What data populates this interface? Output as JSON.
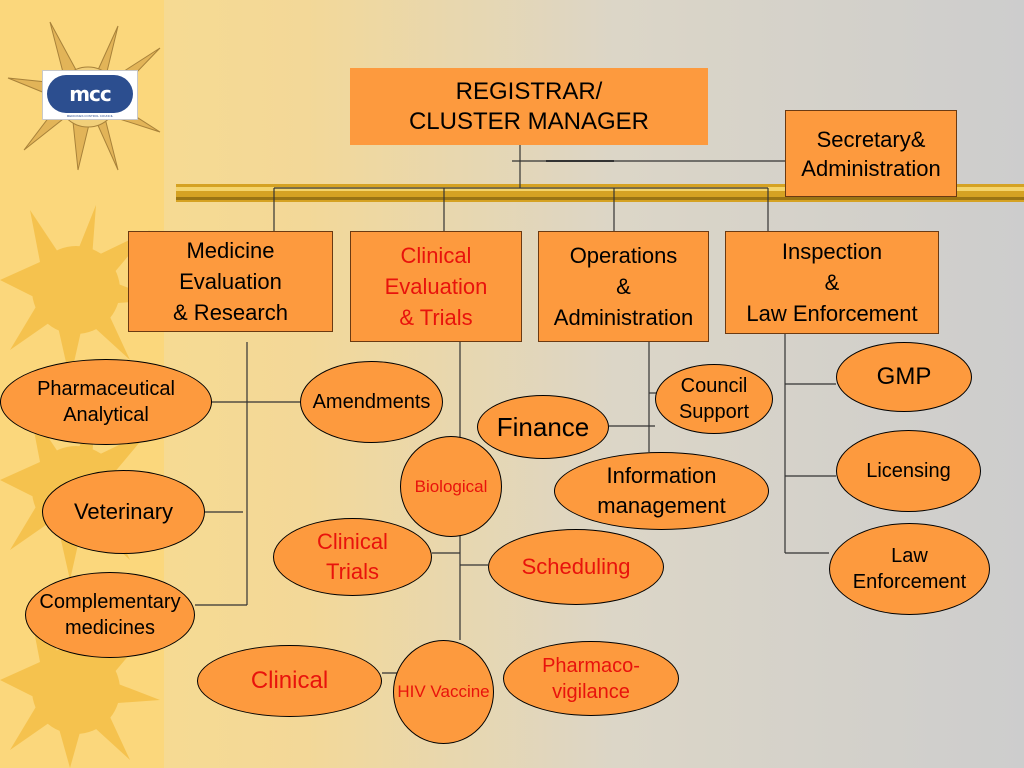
{
  "logo": {
    "text": "mcc",
    "subtitle": "MEDICINES CONTROL COUNCIL"
  },
  "colors": {
    "node_fill": "#fd9a3e",
    "red_text": "#e8130c",
    "bar": "#d5a223"
  },
  "top": {
    "registrar": {
      "line1": "REGISTRAR/",
      "line2": "CLUSTER MANAGER"
    },
    "secretary": {
      "line1": "Secretary&",
      "line2": "Administration"
    }
  },
  "departments": {
    "medicine": {
      "line1": "Medicine",
      "line2": "Evaluation",
      "line3": "& Research"
    },
    "clinical": {
      "line1": "Clinical",
      "line2": "Evaluation",
      "line3": "& Trials"
    },
    "operations": {
      "line1": "Operations",
      "line2": "&",
      "line3": "Administration"
    },
    "inspection": {
      "line1": "Inspection",
      "line2": "&",
      "line3": "Law Enforcement"
    }
  },
  "units": {
    "pharmaceutical": {
      "line1": "Pharmaceutical",
      "line2": "Analytical"
    },
    "amendments": {
      "label": "Amendments"
    },
    "veterinary": {
      "label": "Veterinary"
    },
    "complementary": {
      "line1": "Complementary",
      "line2": "medicines"
    },
    "biological": {
      "label": "Biological"
    },
    "clinical_trials": {
      "line1": "Clinical",
      "line2": "Trials"
    },
    "scheduling": {
      "label": "Scheduling"
    },
    "clinical": {
      "label": "Clinical"
    },
    "hiv_vaccine": {
      "label": "HIV Vaccine"
    },
    "pharmacovigilance": {
      "line1": "Pharmaco-",
      "line2": "vigilance"
    },
    "finance": {
      "label": "Finance"
    },
    "council_support": {
      "line1": "Council",
      "line2": "Support"
    },
    "information": {
      "line1": "Information",
      "line2": "management"
    },
    "gmp": {
      "label": "GMP"
    },
    "licensing": {
      "label": "Licensing"
    },
    "law_enforcement": {
      "line1": "Law",
      "line2": "Enforcement"
    }
  }
}
